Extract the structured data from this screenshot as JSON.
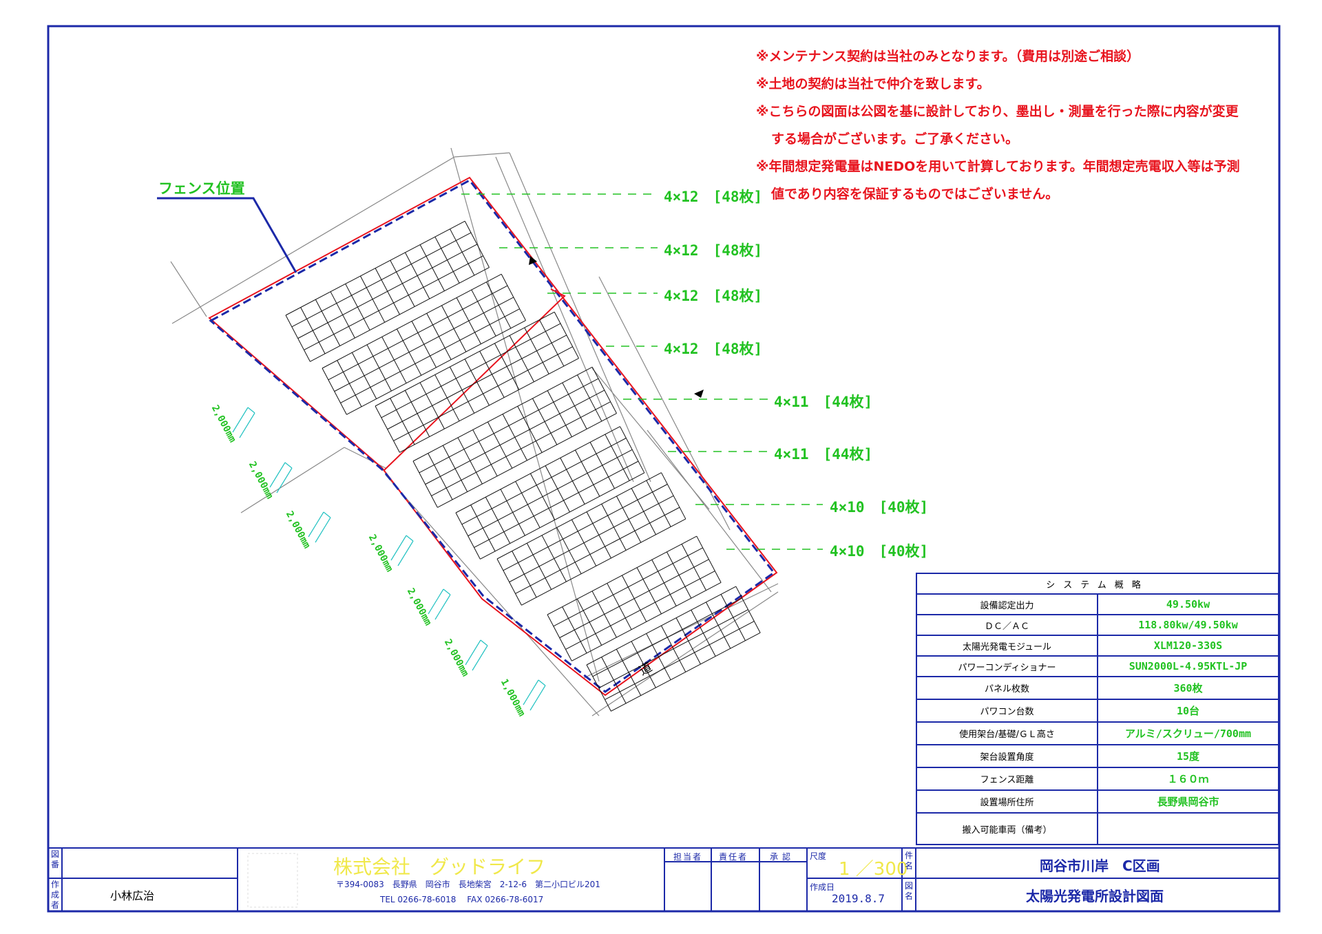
{
  "notes": [
    "※メンテナンス契約は当社のみとなります。（費用は別途ご相談）",
    "※土地の契約は当社で仲介を致します。",
    "※こちらの図面は公図を基に設計しており、墨出し・測量を行った際に内容が変更",
    "する場合がございます。ご了承ください。",
    "※年間想定発電量はNEDOを用いて計算しております。年間想定売電収入等は予測",
    "値であり内容を保証するものではございません。"
  ],
  "fence_label": "フェンス位置",
  "rows": [
    {
      "label": "4×12　[48枚]",
      "cols": 12
    },
    {
      "label": "4×12　[48枚]",
      "cols": 12
    },
    {
      "label": "4×12　[48枚]",
      "cols": 12
    },
    {
      "label": "4×12　[48枚]",
      "cols": 12
    },
    {
      "label": "4×11　[44枚]",
      "cols": 11
    },
    {
      "label": "4×11　[44枚]",
      "cols": 11
    },
    {
      "label": "4×10　[40枚]",
      "cols": 10
    },
    {
      "label": "4×10　[40枚]",
      "cols": 10
    }
  ],
  "distances": [
    "2,000mm",
    "2,000mm",
    "2,000mm",
    "2,000mm",
    "2,000mm",
    "2,000mm",
    "1,000mm"
  ],
  "road_label": "道",
  "system": {
    "header": "システム概略",
    "rows": [
      {
        "key": "設備認定出力",
        "value": "49.50kw"
      },
      {
        "key": "ＤＣ／ＡＣ",
        "value": "118.80kw/49.50kw"
      },
      {
        "key": "太陽光発電モジュール",
        "value": "XLM120-330S"
      },
      {
        "key": "パワーコンディショナー",
        "value": "SUN2000L-4.95KTL-JP"
      },
      {
        "key": "パネル枚数",
        "value": "360枚"
      },
      {
        "key": "パワコン台数",
        "value": "10台"
      },
      {
        "key": "使用架台/基礎/ＧＬ高さ",
        "value": "アルミ/スクリュー/700mm"
      },
      {
        "key": "架台設置角度",
        "value": "15度"
      },
      {
        "key": "フェンス距離",
        "value": "１６０ｍ"
      },
      {
        "key": "設置場所住所",
        "value": "長野県岡谷市"
      },
      {
        "key": "搬入可能車両（備考）",
        "value": ""
      }
    ]
  },
  "title_block": {
    "zuban_label": "図番",
    "author_label": "作成者",
    "author": "小林広治",
    "company": "株式会社　グッドライフ",
    "address": "〒394-0083　長野県　岡谷市　長地柴宮　2-12-6　第二小口ビル201",
    "tel": "TEL 0266-78-6018　 FAX 0266-78-6017",
    "tantou": "担当者",
    "sekinin": "責任者",
    "shounin": "承認",
    "scale_label": "尺度",
    "scale": "1 ／300",
    "date_label": "作成日",
    "date": "2019.8.7",
    "kenmei_label": "件名",
    "kenmei": "岡谷市川岸　C区画",
    "zumei_label": "図名",
    "zumei": "太陽光発電所設計図面"
  },
  "colors": {
    "frame": "#1c29a8",
    "green": "#22c222",
    "red": "#e8141e"
  }
}
